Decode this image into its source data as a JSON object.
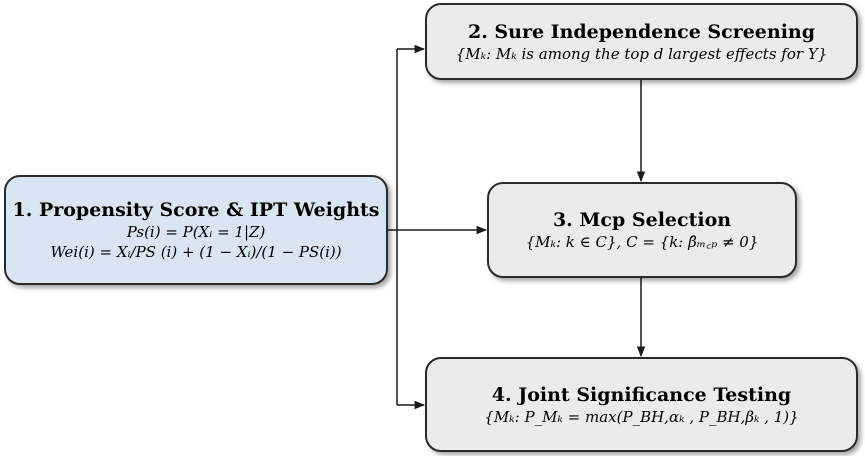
{
  "boxes": {
    "box1": {
      "title": "1. Propensity Score & IPT Weights",
      "line1": "Ps(i) = P(Xᵢ = 1|Z)",
      "line2": "Wei(i) =  Xᵢ/PS (i) +  (1 − Xᵢ)/(1 − PS(i))"
    },
    "box2": {
      "title": "2. Sure Independence Screening",
      "formula": "{Mₖ: Mₖ is among the top d largest effects for Y}"
    },
    "box3": {
      "title": "3. Mcp Selection",
      "formula": "{Mₖ: k ∈ C}, C = {k: β̂ₘ꜀ₚ ≠ 0}"
    },
    "box4": {
      "title": "4. Joint Significance Testing",
      "formula": "{Mₖ: P_Mₖ = max(P_BH,αₖ , P_BH,βₖ , 1)}"
    }
  },
  "colors": {
    "gray_box": "#ebebeb",
    "blue_box": "#dae5f3",
    "border": "#2a2a2a"
  }
}
